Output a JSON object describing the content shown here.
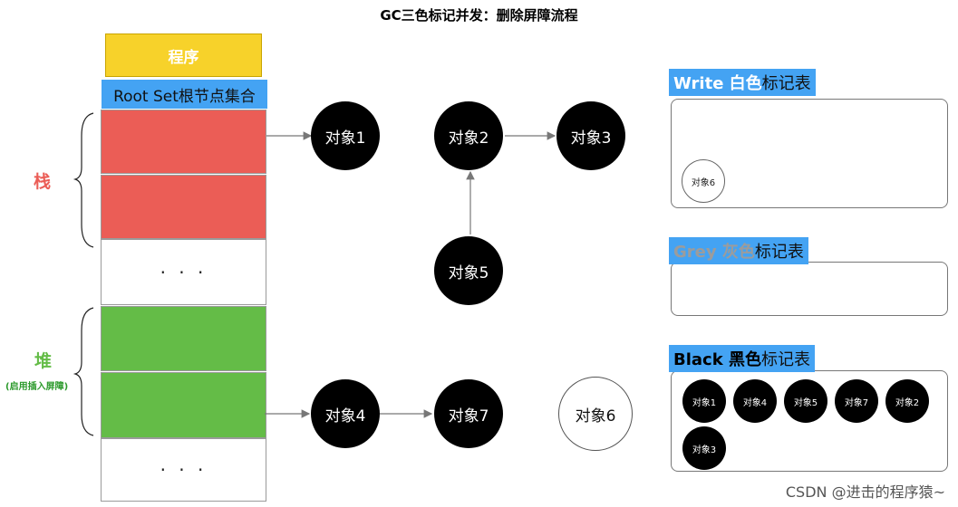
{
  "title": "GC三色标记并发：删除屏障流程",
  "program_label": "程序",
  "root_set_label": "Root Set根节点集合",
  "stack_label": "栈",
  "heap_label": "堆",
  "heap_sub_label": "(启用插入屏障)",
  "ellipsis": "· · ·",
  "nodes": {
    "n1": "对象1",
    "n2": "对象2",
    "n3": "对象3",
    "n4": "对象4",
    "n5": "对象5",
    "n6": "对象6",
    "n7": "对象7"
  },
  "tables": {
    "white": {
      "en": "Write 白色",
      "suffix": "标记表",
      "items": [
        "对象6"
      ]
    },
    "grey": {
      "en": "Grey 灰色",
      "suffix": "标记表",
      "items": []
    },
    "black": {
      "en": "Black 黑色",
      "suffix": "标记表",
      "items": [
        "对象1",
        "对象4",
        "对象5",
        "对象7",
        "对象2",
        "对象3"
      ]
    }
  },
  "colors": {
    "stack_red": "#eb5d56",
    "heap_green": "#64bc47",
    "program_yellow": "#f7d22a",
    "header_blue": "#44a3f3",
    "grey_text": "#9c9c9c",
    "white_text": "#ffffff"
  },
  "watermark": "CSDN @进击的程序猿~"
}
